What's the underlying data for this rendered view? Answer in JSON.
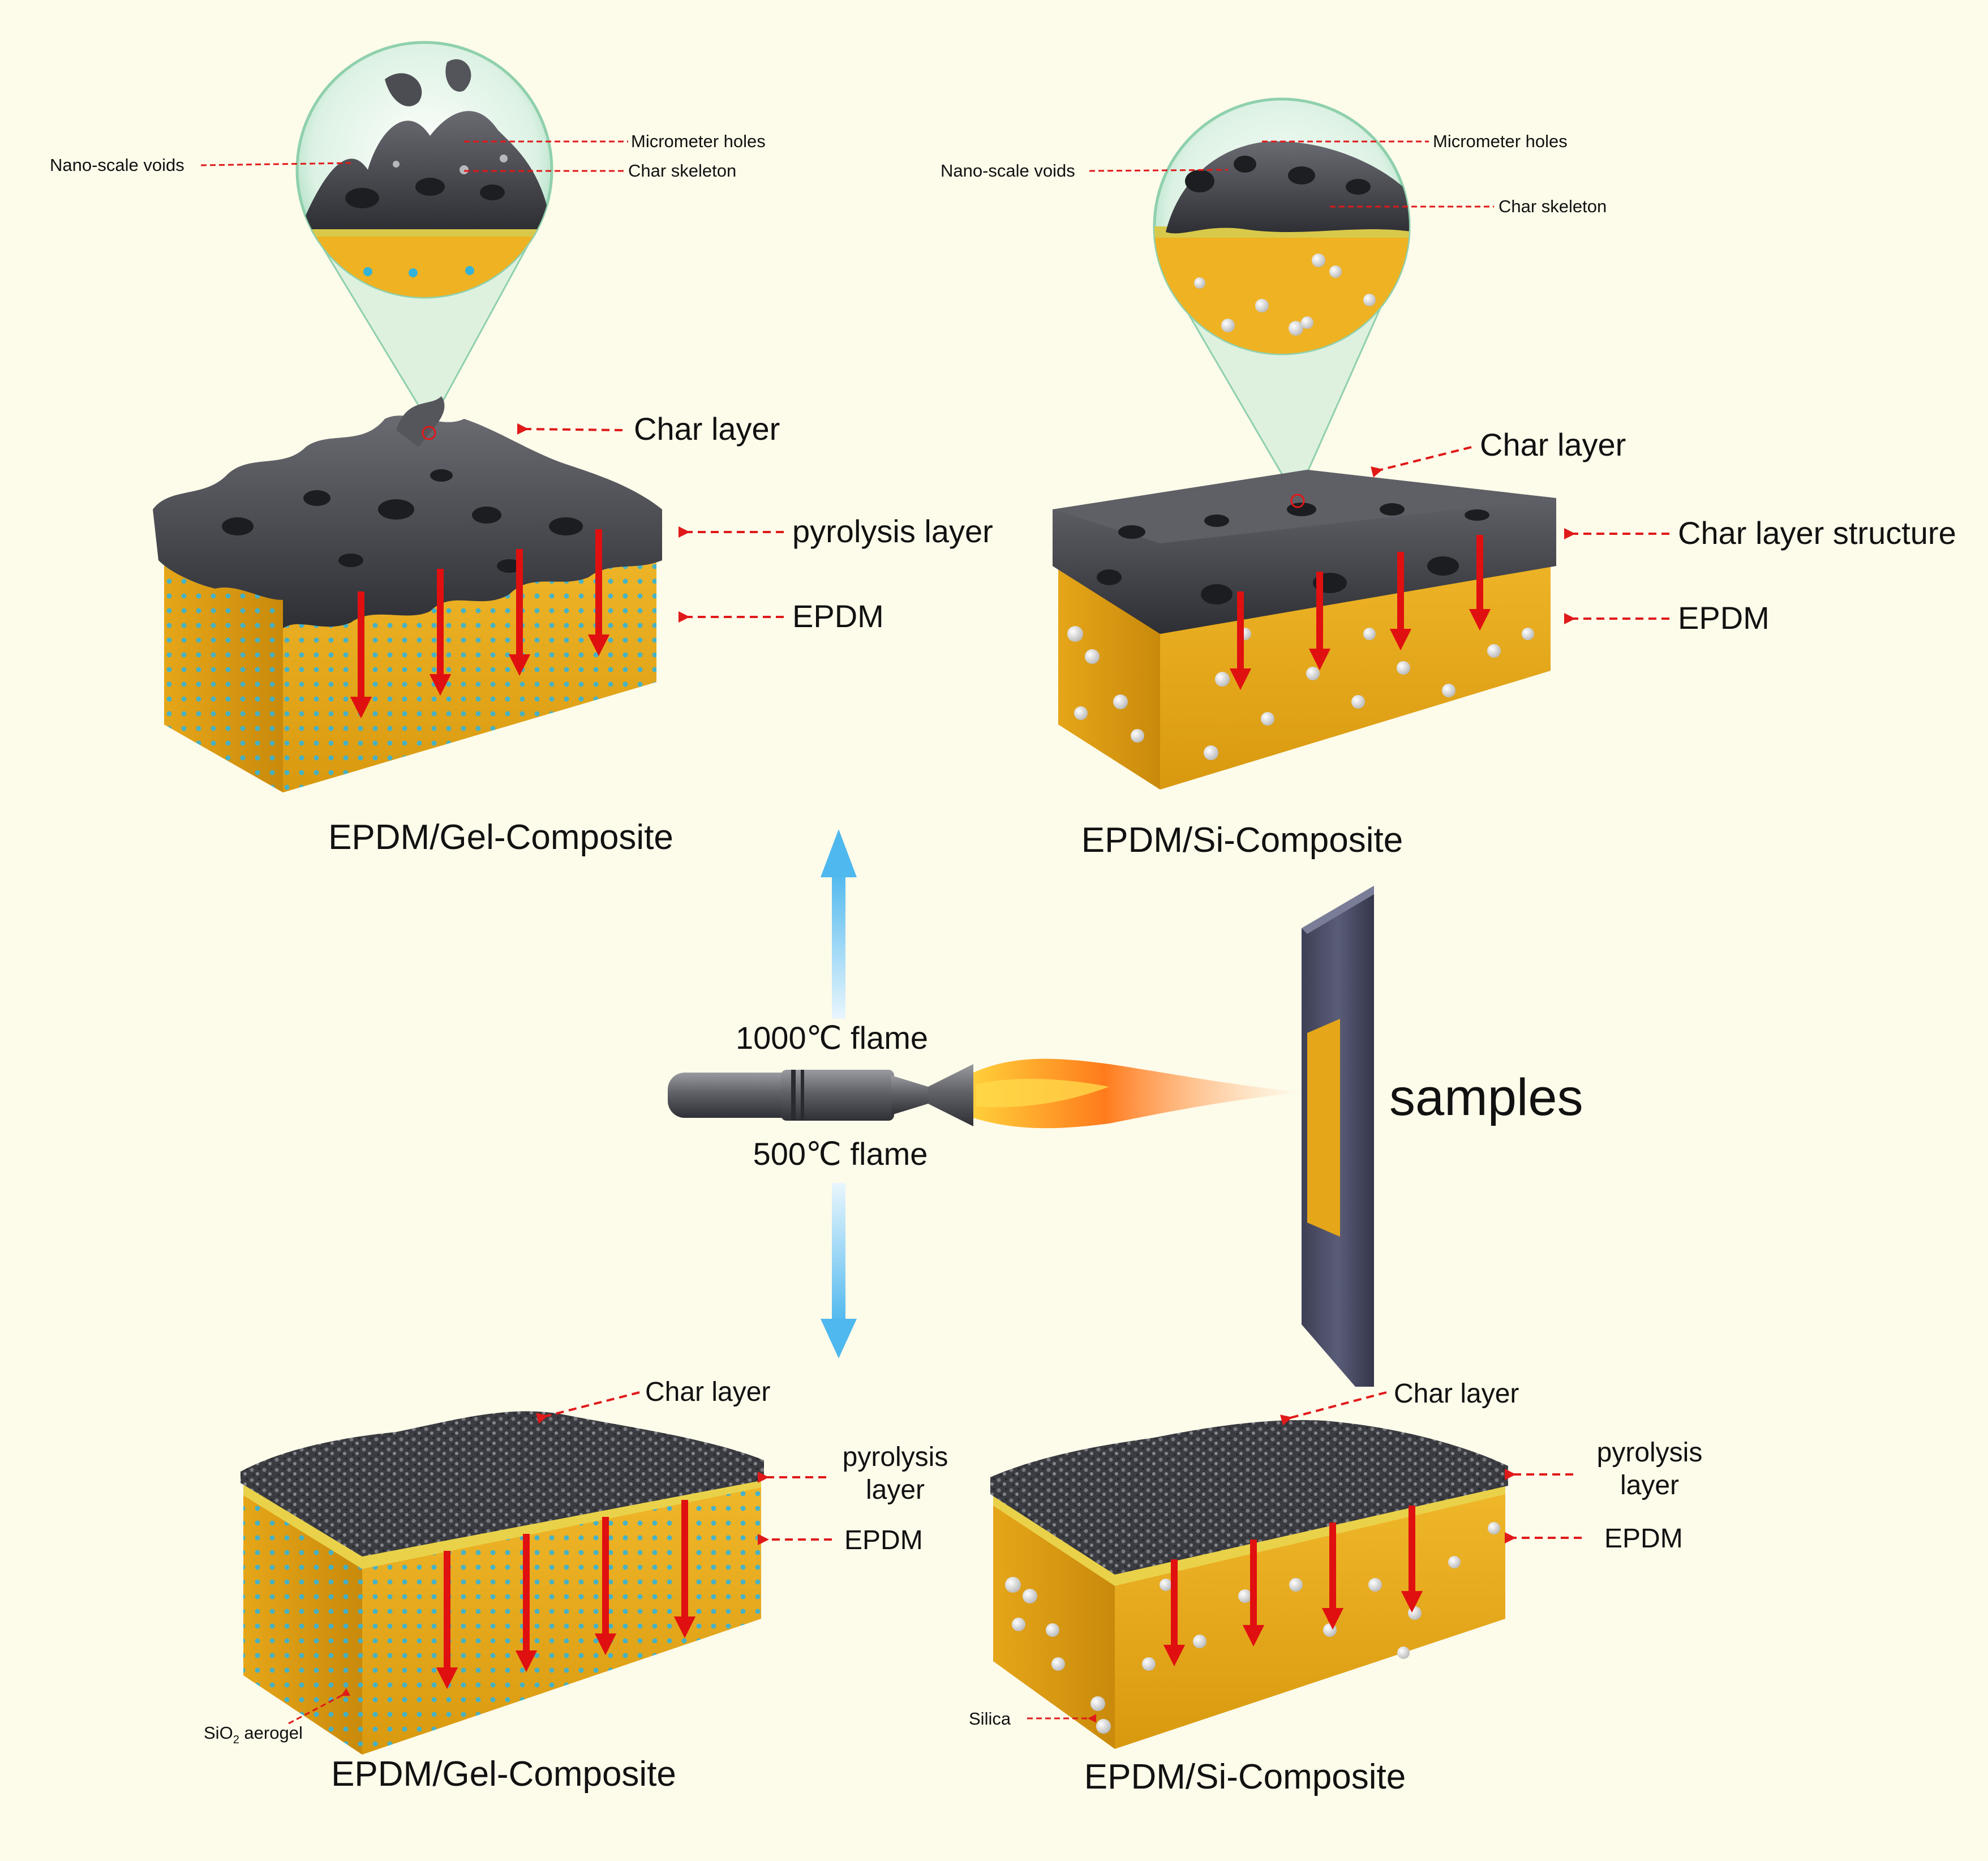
{
  "colors": {
    "background": "#fdfbea",
    "epdm": "#e3a81a",
    "char": "#3e3f44",
    "arrow_red": "#e01010",
    "leader_red": "#e01919",
    "aerogel_dot": "#34b3d8",
    "silica_ball": "#f2f2f2",
    "flame": "#ff8a1a",
    "blue_arrow": "#6cc6f0"
  },
  "top_left": {
    "title": "EPDM/Gel-Composite",
    "char_layer": "Char layer",
    "pyrolysis_layer": "pyrolysis layer",
    "epdm": "EPDM",
    "zoom": {
      "nano_voids": "Nano-scale voids",
      "micrometer_holes": "Micrometer holes",
      "char_skeleton": "Char skeleton"
    }
  },
  "top_right": {
    "title": "EPDM/Si-Composite",
    "char_layer": "Char layer",
    "char_layer_structure": "Char layer structure",
    "epdm": "EPDM",
    "zoom": {
      "nano_voids": "Nano-scale voids",
      "micrometer_holes": "Micrometer holes",
      "char_skeleton": "Char skeleton"
    }
  },
  "center": {
    "flame_high": "1000℃ flame",
    "flame_low": "500℃ flame",
    "samples": "samples"
  },
  "bottom_left": {
    "title": "EPDM/Gel-Composite",
    "char_layer": "Char layer",
    "pyrolysis_line1": "pyrolysis",
    "pyrolysis_line2": "layer",
    "epdm": "EPDM",
    "filler_main": "SiO",
    "filler_sub": "2",
    "filler_rest": " aerogel"
  },
  "bottom_right": {
    "title": "EPDM/Si-Composite",
    "char_layer": "Char layer",
    "pyrolysis_line1": "pyrolysis",
    "pyrolysis_line2": "layer",
    "epdm": "EPDM",
    "filler": "Silica"
  }
}
